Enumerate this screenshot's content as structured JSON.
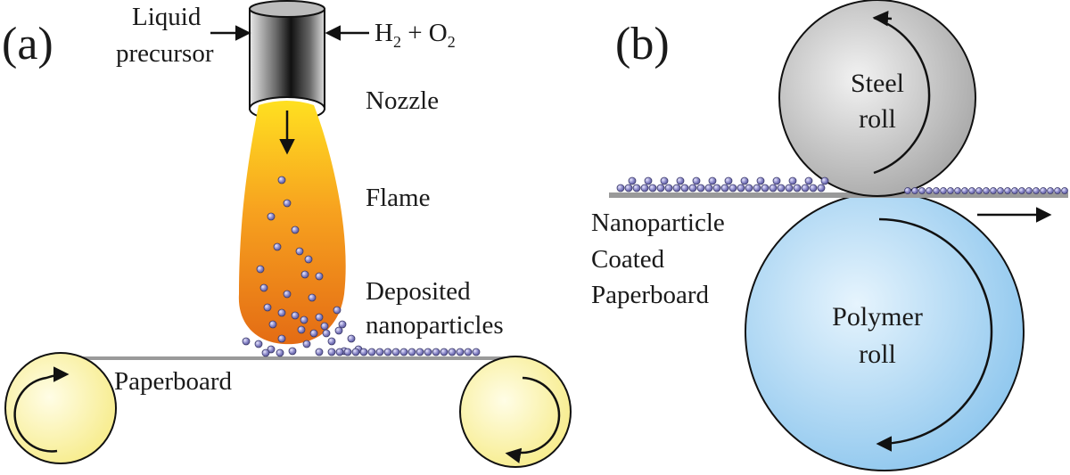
{
  "panel_a": {
    "tag": "(a)",
    "labels": {
      "liquid_line1": "Liquid",
      "liquid_line2": "precursor",
      "gas_main": "H",
      "gas_sub1": "2",
      "gas_plus": " + O",
      "gas_sub2": "2",
      "nozzle": "Nozzle",
      "flame": "Flame",
      "deposited_line1": "Deposited",
      "deposited_line2": "nanoparticles",
      "paperboard": "Paperboard"
    }
  },
  "panel_b": {
    "tag": "(b)",
    "labels": {
      "steel_line1": "Steel",
      "steel_line2": "roll",
      "polymer_line1": "Polymer",
      "polymer_line2": "roll",
      "coated_line1": "Nanoparticle",
      "coated_line2": "Coated",
      "coated_line3": "Paperboard"
    }
  },
  "colors": {
    "particle": "#7a78b8",
    "flame_top": "#ffd11a",
    "flame_bottom": "#e46c14",
    "steel_roll": "#bdbdbd",
    "polymer_roll": "#aed8f4",
    "yellow_roll": "#fdf7b8",
    "sheet": "#9a9a9a"
  }
}
